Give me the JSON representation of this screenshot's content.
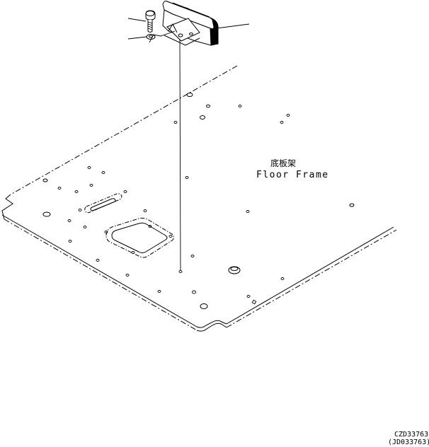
{
  "labels": {
    "part_name_cn": "底板架",
    "part_name_en": "Floor Frame",
    "drawing_code": "CZD33763",
    "drawing_code_alt": "(JD033763)"
  },
  "icons": {
    "parts": [
      "bolt-icon",
      "washer-icon",
      "mirror-bracket-icon",
      "floor-frame-plate"
    ]
  },
  "colors": {
    "line": "#000000",
    "background": "#ffffff"
  }
}
